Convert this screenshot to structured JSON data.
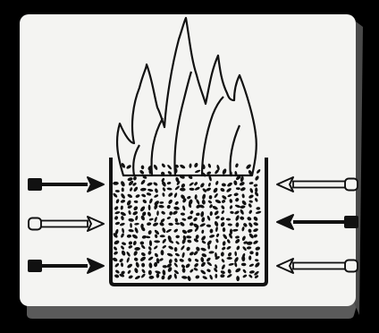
{
  "diagram": {
    "colors": {
      "background": "#000000",
      "panel": "#f4f4f2",
      "panel_edge": "#6e6e6e",
      "ink": "#111111",
      "hollow_fill": "#f4f4f2"
    },
    "elements": {
      "flame": "flame-icon",
      "container": "container-icon",
      "fuel_bed": "pellet-bed-icon",
      "arrow_solid": "solid-arrow-icon",
      "arrow_hollow": "hollow-arrow-icon"
    },
    "left_arrows": [
      "solid",
      "hollow",
      "solid"
    ],
    "right_arrows": [
      "hollow",
      "solid",
      "hollow"
    ]
  }
}
